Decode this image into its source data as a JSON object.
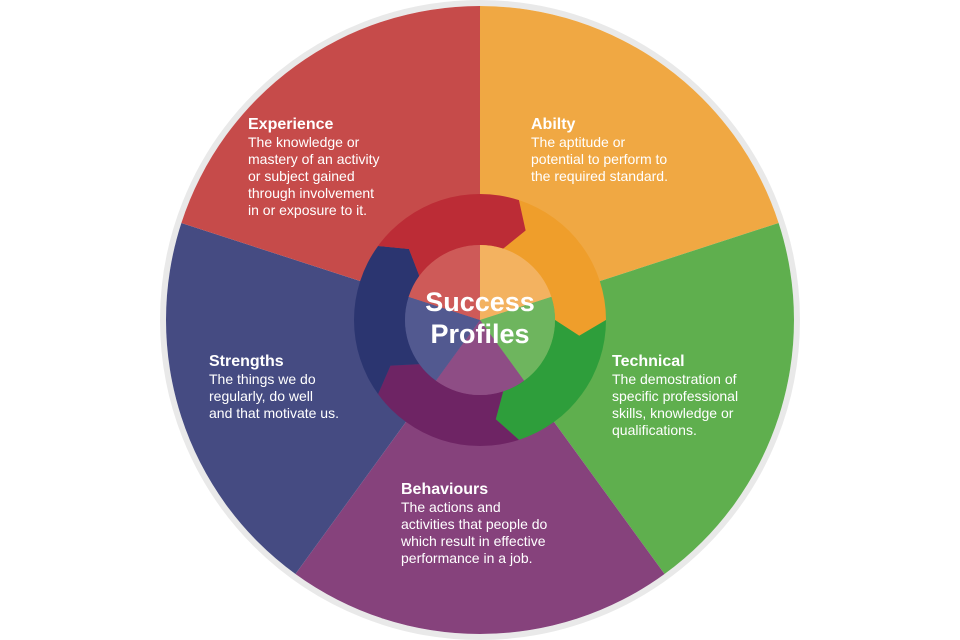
{
  "center": {
    "line1": "Success",
    "line2": "Profiles"
  },
  "segments": [
    {
      "id": "ability",
      "title": "Abilty",
      "description": "The aptitude or\npotential to perform to\nthe required standard.",
      "color_outer": "#F0A843",
      "color_ring": "#EF9E2B",
      "color_inner": "#F3B260"
    },
    {
      "id": "technical",
      "title": "Technical",
      "description": "The demostration of\nspecific professional\nskills, knowledge or\nqualifications.",
      "color_outer": "#5FAF4E",
      "color_ring": "#2E9E3B",
      "color_inner": "#6EB55E"
    },
    {
      "id": "behaviours",
      "title": "Behaviours",
      "description": "The actions and\nactivities that people do\nwhich result in effective\nperformance in a job.",
      "color_outer": "#86427C",
      "color_ring": "#6E2464",
      "color_inner": "#8E4D85"
    },
    {
      "id": "strengths",
      "title": "Strengths",
      "description": "The things we do\nregularly, do well\nand that motivate us.",
      "color_outer": "#454B82",
      "color_ring": "#2B3570",
      "color_inner": "#525990"
    },
    {
      "id": "experience",
      "title": "Experience",
      "description": "The knowledge or\nmastery of an activity\nor subject gained\nthrough involvement\nin or exposure to it.",
      "color_outer": "#C64B4A",
      "color_ring": "#BC2C36",
      "color_inner": "#CE5A58"
    }
  ],
  "outer_border_color": "#E9E9E9"
}
